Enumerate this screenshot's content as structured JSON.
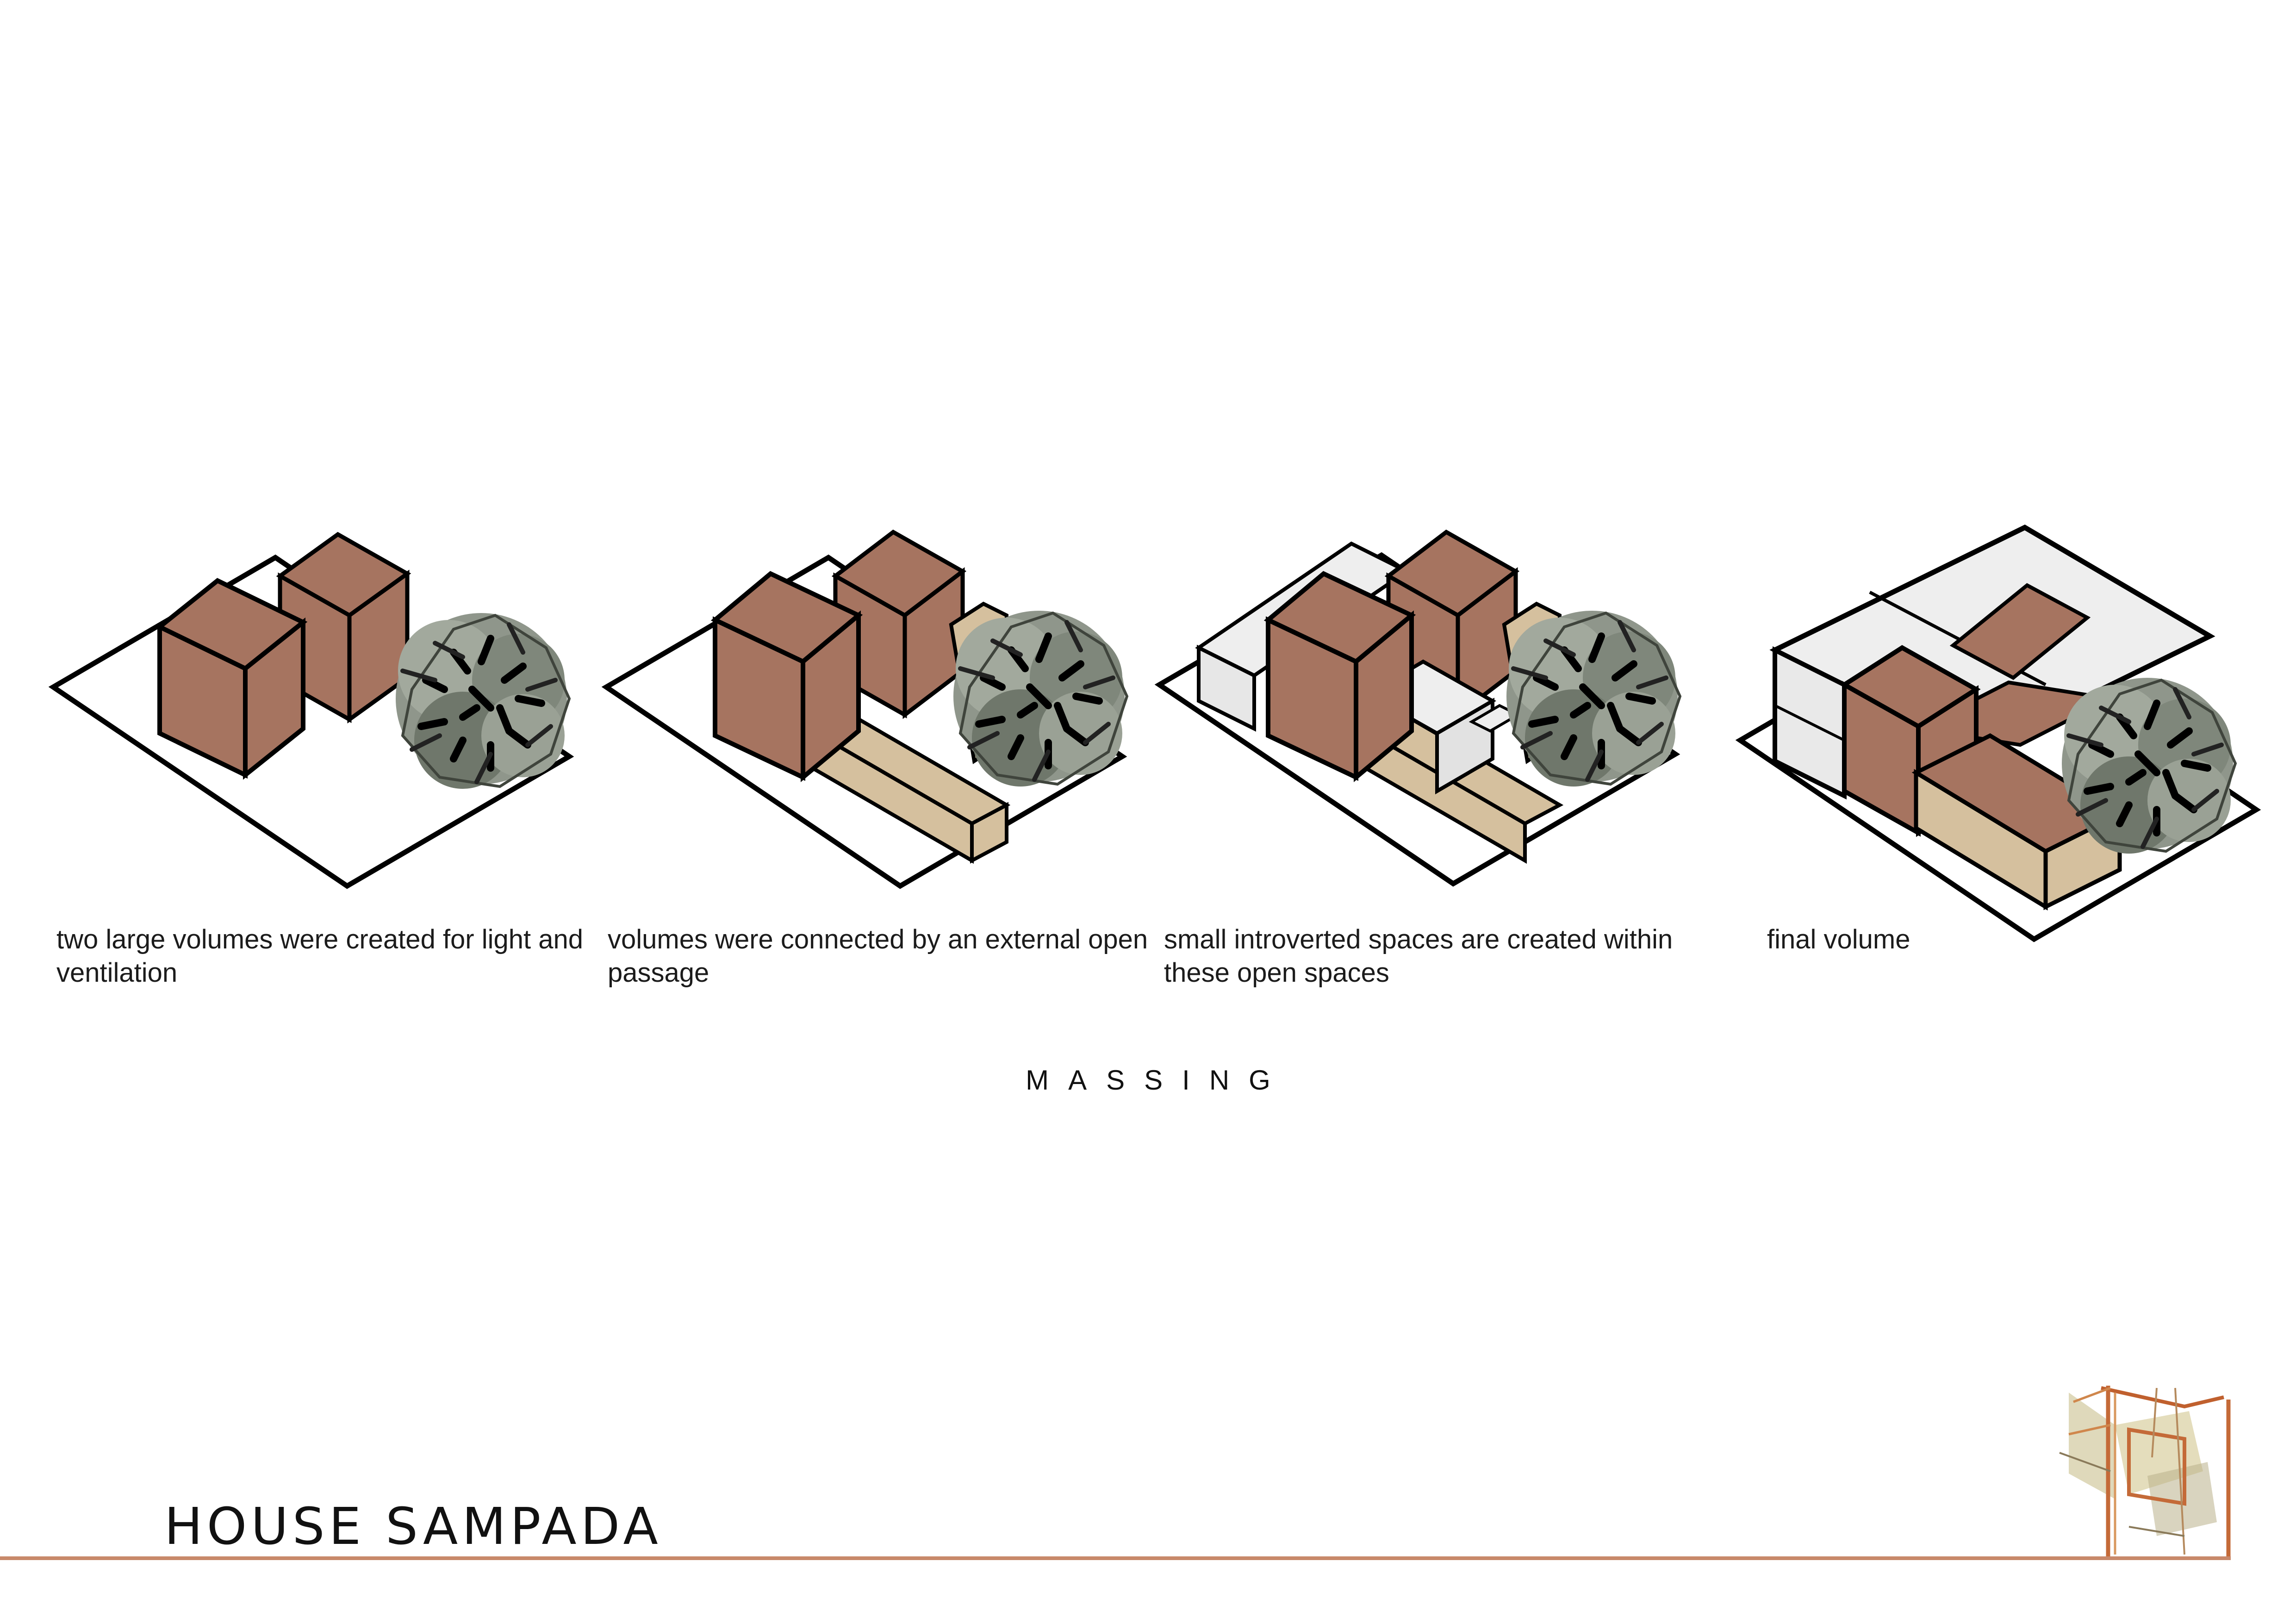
{
  "steps": [
    {
      "caption_line1": "two large volumes were created for light and",
      "caption_line2": "ventilation"
    },
    {
      "caption_line1": "volumes were connected by an external open",
      "caption_line2": "passage"
    },
    {
      "caption_line1": "small introverted spaces are created within",
      "caption_line2": "these open spaces"
    },
    {
      "caption_line1": "final volume",
      "caption_line2": ""
    }
  ],
  "section_title": "MASSING",
  "project_title": "HOUSE SAMPADA",
  "colors": {
    "brick": "#a67460",
    "passage": "#d5c09e",
    "introverted": "#eeeeee",
    "tree": "#8a9286",
    "outline": "#000000",
    "footer_rule": "#c8896a"
  },
  "icons": [
    "tree-icon",
    "house-sketch-icon"
  ]
}
